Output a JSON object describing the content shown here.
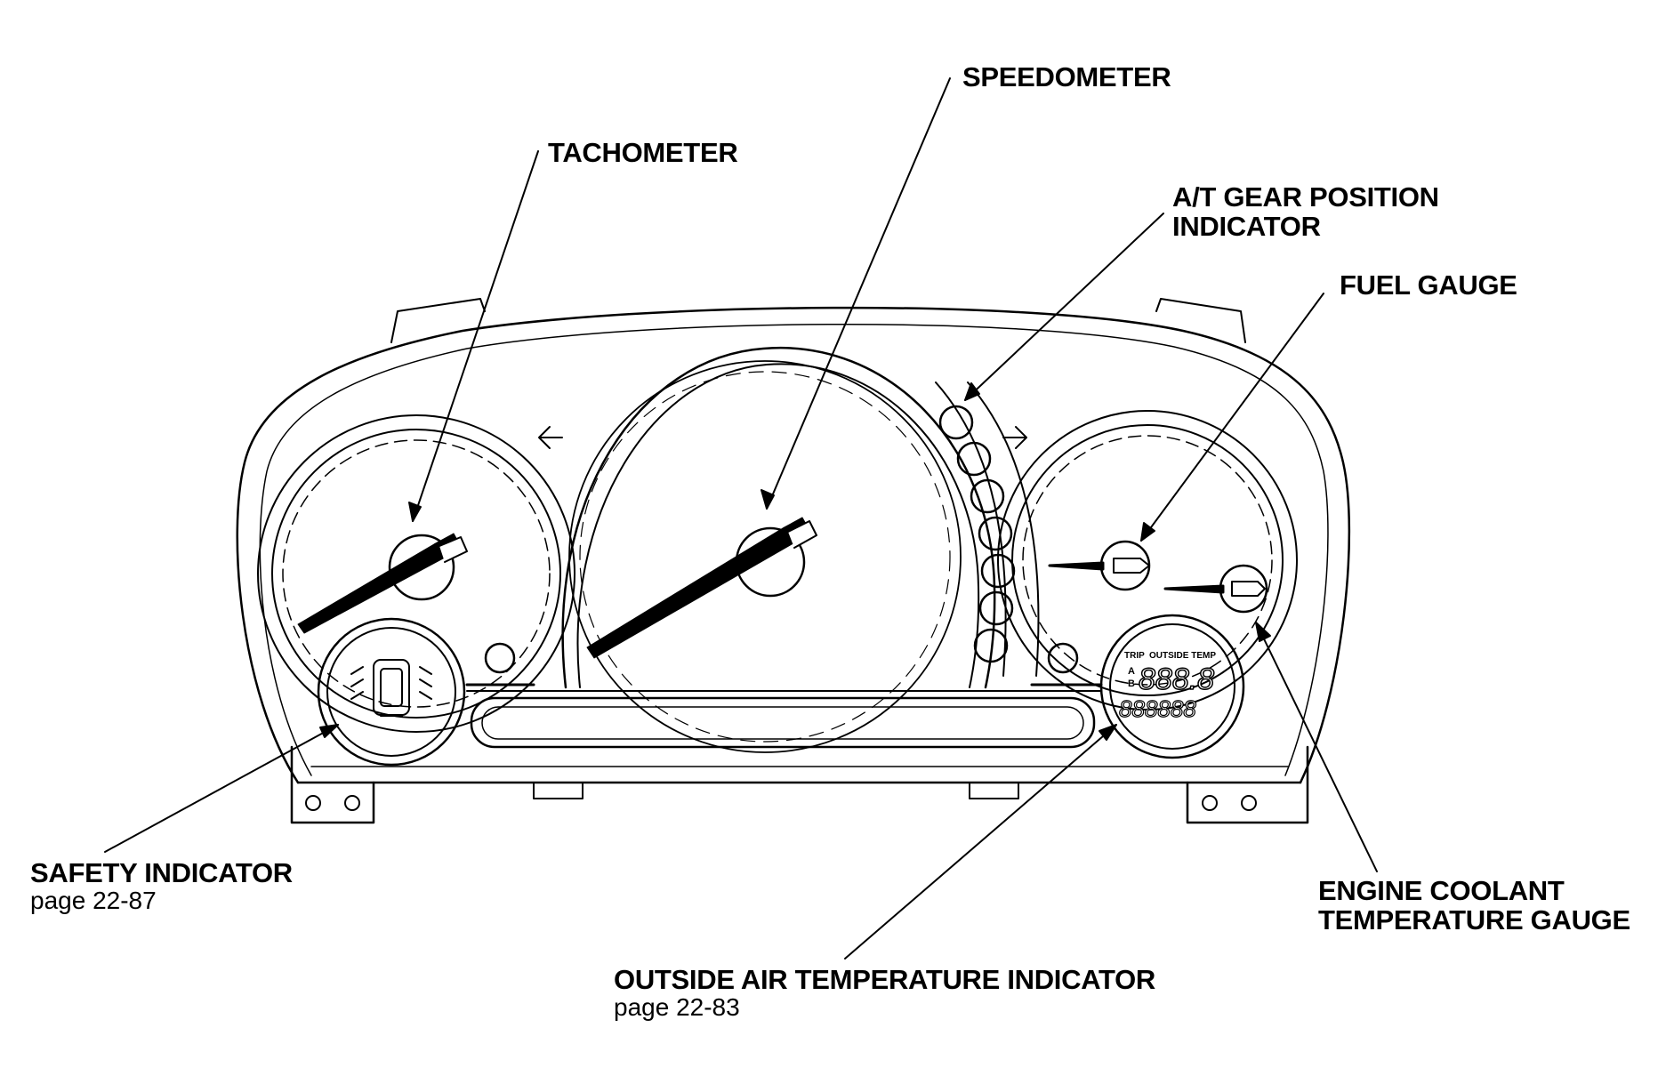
{
  "labels": {
    "speedometer": "SPEEDOMETER",
    "tachometer": "TACHOMETER",
    "gear_line1": "A/T GEAR POSITION",
    "gear_line2": "INDICATOR",
    "fuel": "FUEL GAUGE",
    "safety": "SAFETY INDICATOR",
    "safety_page": "page 22-87",
    "outside_air": "OUTSIDE AIR TEMPERATURE INDICATOR",
    "outside_air_page": "page 22-83",
    "coolant_line1": "ENGINE COOLANT",
    "coolant_line2": "TEMPERATURE GAUGE"
  },
  "display": {
    "trip": "TRIP",
    "outside_temp": "OUTSIDE TEMP",
    "ab_a": "A",
    "ab_b": "B",
    "trip_digits": "888.8",
    "odo_digits": "888888"
  },
  "colors": {
    "ink": "#000000",
    "paper": "#ffffff"
  }
}
